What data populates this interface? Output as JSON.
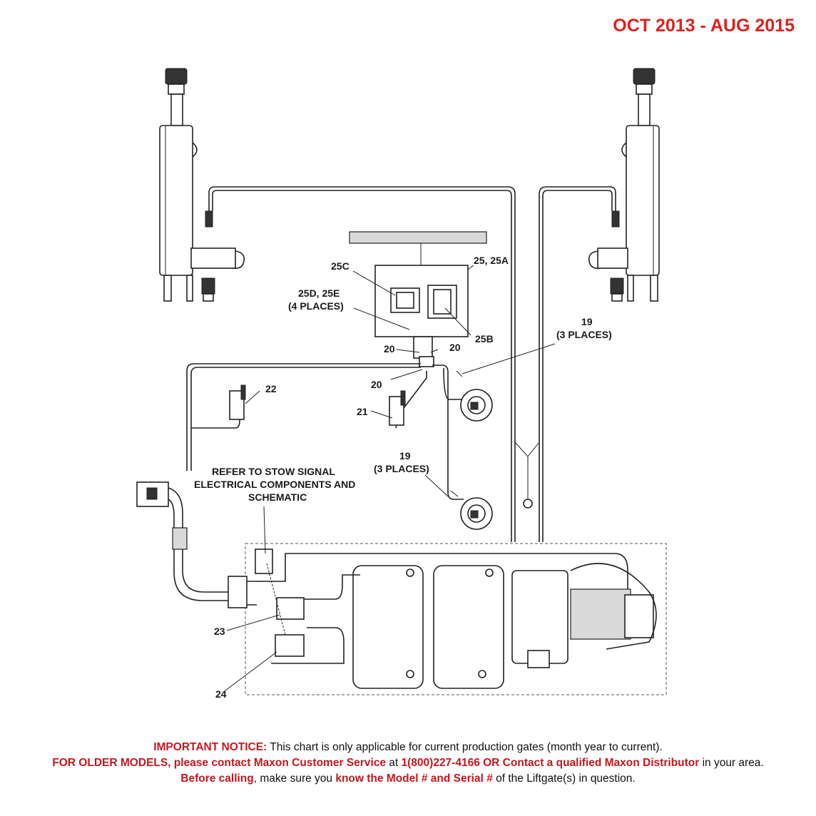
{
  "header": {
    "date_range": "OCT 2013 - AUG 2015"
  },
  "callouts": {
    "c25c": "25C",
    "c25_25a": "25, 25A",
    "c25d_line1": "25D, 25E",
    "c25d_line2": "(4 PLACES)",
    "c25b": "25B",
    "c19a_line1": "19",
    "c19a_line2": "(3 PLACES)",
    "c20a": "20",
    "c20b": "20",
    "c20c": "20",
    "c22": "22",
    "c21": "21",
    "c19b_line1": "19",
    "c19b_line2": "(3 PLACES)",
    "refer_line1": "REFER TO STOW SIGNAL",
    "refer_line2": "ELECTRICAL COMPONENTS AND",
    "refer_line3": "SCHEMATIC",
    "c23": "23",
    "c24": "24"
  },
  "notice": {
    "important": "IMPORTANT NOTICE:",
    "important_text": " This chart is only applicable for current production gates (month year to current).",
    "older": "FOR OLDER MODELS, please contact Maxon Customer Service",
    "at": " at ",
    "phone": "1(800)227-4166 OR Contact a qualified Maxon Distributor",
    "in_area": " in your area. ",
    "before": "Before calling",
    "make_sure": ", make sure you ",
    "know": "know the Model # and Serial #",
    "tail": " of the Liftgate(s) in question."
  }
}
